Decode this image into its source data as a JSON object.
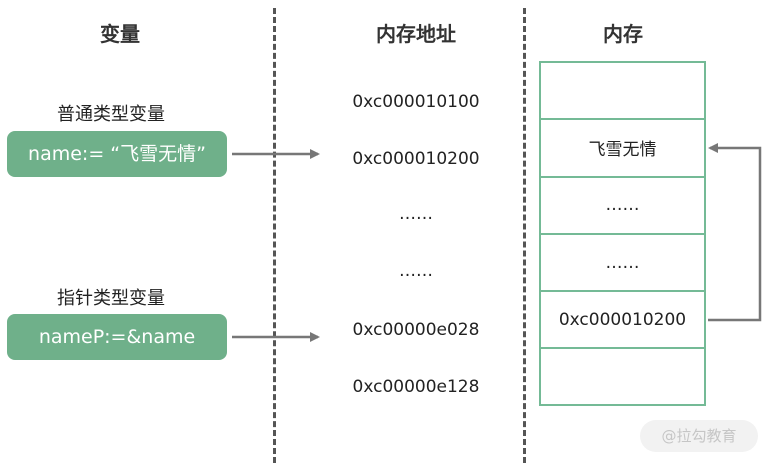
{
  "columns": {
    "variable": "变量",
    "address": "内存地址",
    "memory": "内存"
  },
  "normal_var": {
    "label": "普通类型变量",
    "expr": "name:= “飞雪无情”"
  },
  "pointer_var": {
    "label": "指针类型变量",
    "expr": "nameP:=&name"
  },
  "addresses": [
    "0xc000010100",
    "0xc000010200",
    "……",
    "……",
    "0xc00000e028",
    "0xc00000e128"
  ],
  "memory_cells": [
    "",
    "飞雪无情",
    "……",
    "……",
    "0xc000010200",
    ""
  ],
  "watermark": "@拉勾教育",
  "colors": {
    "pill": "#6fb08a",
    "cell_border": "#74ba96",
    "arrow": "#777777"
  }
}
